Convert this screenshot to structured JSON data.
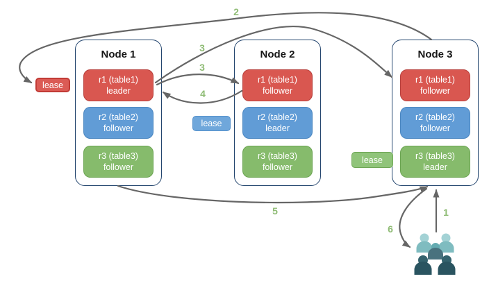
{
  "palette": {
    "arrow": "#666666",
    "step_number": "#8FBC75",
    "node_border": "#23456E",
    "red_fill": "#D95750",
    "red_border": "#B8403C",
    "blue_fill": "#619CD6",
    "blue_border": "#4A86C0",
    "green_fill": "#86BB6C",
    "green_border": "#6BA452",
    "client_icon_back": [
      "#A3D2D5",
      "#7FBCC0"
    ],
    "client_icon_middle": [
      "#64ABB1",
      "#49727E"
    ],
    "client_icon_front": [
      "#35636E",
      "#2A5460"
    ]
  },
  "nodes": [
    {
      "title": "Node 1",
      "ranges": [
        {
          "range": "r1 (table1)",
          "role": "leader",
          "color": "red"
        },
        {
          "range": "r2 (table2)",
          "role": "follower",
          "color": "blue"
        },
        {
          "range": "r3 (table3)",
          "role": "follower",
          "color": "green"
        }
      ]
    },
    {
      "title": "Node 2",
      "ranges": [
        {
          "range": "r1 (table1)",
          "role": "follower",
          "color": "red"
        },
        {
          "range": "r2 (table2)",
          "role": "leader",
          "color": "blue"
        },
        {
          "range": "r3 (table3)",
          "role": "follower",
          "color": "green"
        }
      ]
    },
    {
      "title": "Node 3",
      "ranges": [
        {
          "range": "r1 (table1)",
          "role": "follower",
          "color": "red"
        },
        {
          "range": "r2 (table2)",
          "role": "follower",
          "color": "blue"
        },
        {
          "range": "r3 (table3)",
          "role": "leader",
          "color": "green"
        }
      ]
    }
  ],
  "leases": [
    {
      "label": "lease",
      "color": "red",
      "near": "Node 1"
    },
    {
      "label": "lease",
      "color": "blue",
      "near": "Node 2"
    },
    {
      "label": "lease",
      "color": "green",
      "near": "Node 3"
    }
  ],
  "steps": {
    "s1": "1",
    "s2": "2",
    "s3": "3",
    "s4": "4",
    "s5": "5",
    "s6": "6"
  },
  "arrows": [
    {
      "step": "1",
      "from": "client users",
      "to": "Node 3 (bottom)"
    },
    {
      "step": "2",
      "from": "Node 3 (top)",
      "to": "lease at Node 1"
    },
    {
      "step": "3",
      "from": "Node 1 r1 leader",
      "to": "Node 2 r1 follower"
    },
    {
      "step": "3",
      "from": "Node 1 r1 leader",
      "to": "Node 3 r1 follower"
    },
    {
      "step": "4",
      "from": "Node 2 r1 follower",
      "to": "Node 1 r1 leader"
    },
    {
      "step": "5",
      "from": "Node 1 (bottom)",
      "to": "Node 3 (bottom)"
    },
    {
      "step": "6",
      "from": "Node 3 (bottom)",
      "to": "client users"
    }
  ],
  "client": {
    "icon": "users-icon"
  }
}
